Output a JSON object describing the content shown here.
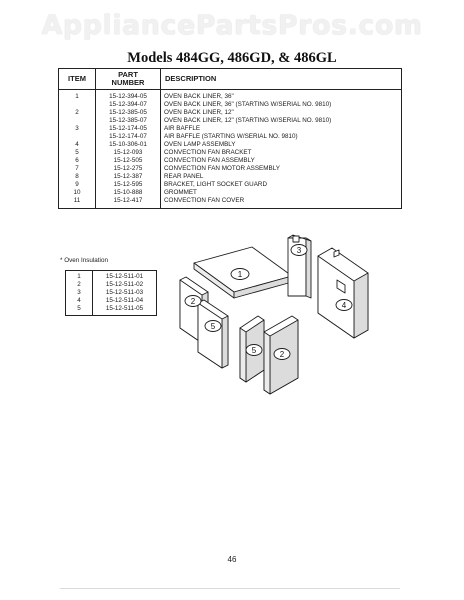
{
  "watermark": "AppliancePartsPros.com",
  "title": "Models 484GG, 486GD, & 486GL",
  "table": {
    "headers": {
      "item": "ITEM",
      "part_line1": "PART",
      "part_line2": "NUMBER",
      "description": "DESCRIPTION"
    },
    "rows": [
      {
        "item": "1",
        "part": "15-12-394-05",
        "description": "OVEN BACK LINER, 36\""
      },
      {
        "item": "",
        "part": "15-12-394-07",
        "description": "OVEN BACK LINER, 36\" (STARTING W/SERIAL NO. 9810)"
      },
      {
        "item": "2",
        "part": "15-12-385-05",
        "description": "OVEN BACK LINER, 12\""
      },
      {
        "item": "",
        "part": "15-12-385-07",
        "description": "OVEN BACK LINER, 12\" (STARTING W/SERIAL NO. 9810)"
      },
      {
        "item": "3",
        "part": "15-12-174-05",
        "description": "AIR BAFFLE"
      },
      {
        "item": "",
        "part": "15-12-174-07",
        "description": "AIR BAFFLE (STARTING W/SERIAL NO. 9810)"
      },
      {
        "item": "4",
        "part": "15-10-306-01",
        "description": "OVEN LAMP ASSEMBLY"
      },
      {
        "item": "5",
        "part": "15-12-093",
        "description": "CONVECTION FAN BRACKET"
      },
      {
        "item": "6",
        "part": "15-12-505",
        "description": "CONVECTION FAN ASSEMBLY"
      },
      {
        "item": "7",
        "part": "15-12-275",
        "description": "CONVECTION FAN MOTOR ASSEMBLY"
      },
      {
        "item": "8",
        "part": "15-12-387",
        "description": "REAR PANEL"
      },
      {
        "item": "9",
        "part": "15-12-595",
        "description": "BRACKET, LIGHT SOCKET GUARD"
      },
      {
        "item": "10",
        "part": "15-10-888",
        "description": "GROMMET"
      },
      {
        "item": "11",
        "part": "15-12-417",
        "description": "CONVECTION FAN COVER"
      }
    ]
  },
  "insulation": {
    "note": "* Oven Insulation",
    "rows": [
      {
        "item": "1",
        "part": "15-12-511-01"
      },
      {
        "item": "2",
        "part": "15-12-511-02"
      },
      {
        "item": "3",
        "part": "15-12-511-03"
      },
      {
        "item": "4",
        "part": "15-12-511-04"
      },
      {
        "item": "5",
        "part": "15-12-511-05"
      }
    ]
  },
  "diagram": {
    "labels": {
      "top": "1",
      "left": "2",
      "right_small": "3",
      "right_big": "4",
      "front_left": "5",
      "front_mid": "5",
      "front_right": "2"
    }
  },
  "page_number": "46"
}
